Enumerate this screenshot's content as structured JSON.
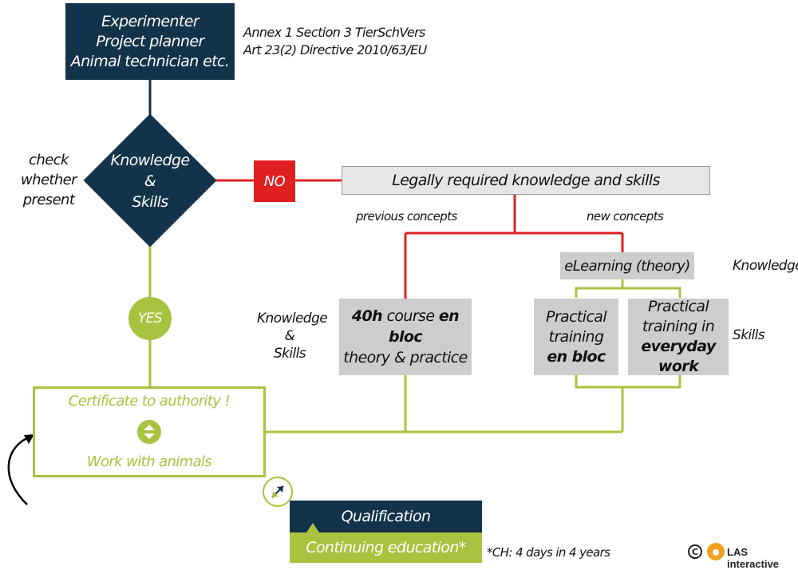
{
  "top_box": {
    "lines": [
      "Experimenter",
      "Project planner",
      "Animal technician etc."
    ]
  },
  "legal_refs": [
    "Annex 1 Section 3 TierSchVers",
    "Art 23(2) Directive 2010/63/EU"
  ],
  "check_label": [
    "check",
    "whether",
    "present"
  ],
  "diamond": [
    "Knowledge",
    "&",
    "Skills"
  ],
  "no_label": "NO",
  "yes_label": "YES",
  "legal_box": "Legally required knowledge and skills",
  "previous_concepts": "previous concepts",
  "new_concepts": "new concepts",
  "elearning": "eLearning (theory)",
  "knowledge_side": "Knowledge",
  "skills_side": "Skills",
  "ks_left": [
    "Knowledge",
    "&",
    "Skills"
  ],
  "course_box": {
    "line1_bold": "40h",
    "line1_mid": " course ",
    "line1_bold2": "en bloc",
    "line2": "theory & practice"
  },
  "practical_bloc": [
    "Practical",
    "training",
    "en bloc"
  ],
  "practical_everyday": [
    "Practical",
    "training in",
    "everyday work"
  ],
  "certificate": "Certificate to authority !",
  "work_animals": "Work with animals",
  "qualification": "Qualification",
  "continuing": "Continuing education*",
  "footnote": "*CH: 4 days in 4 years",
  "logo_text": "LAS interactive",
  "colors": {
    "navy": "#13334a",
    "red": "#e02020",
    "green": "#a9c23f",
    "grey": "#cdcdcd"
  }
}
